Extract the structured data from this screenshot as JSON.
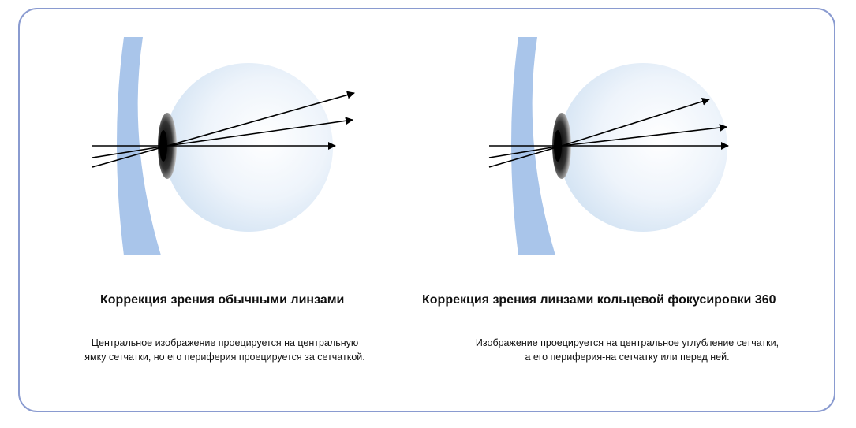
{
  "panels": [
    {
      "title": "Коррекция зрения обычными линзами",
      "desc_line1": "Центральное изображение проецируется на центральную",
      "desc_line2": "ямку сетчатки, но его периферия проецируется за сетчаткой."
    },
    {
      "title": "Коррекция зрения линзами кольцевой фокусировки 360",
      "desc_line1": "Изображение проецируется на центральное углубление сетчатки,",
      "desc_line2": "а его периферия-на сетчатку или перед ней."
    }
  ],
  "colors": {
    "border": "#8a9bd0",
    "lens": "#a9c5ea",
    "eyeball": "#eaf2fb",
    "arrows": "#000000"
  }
}
